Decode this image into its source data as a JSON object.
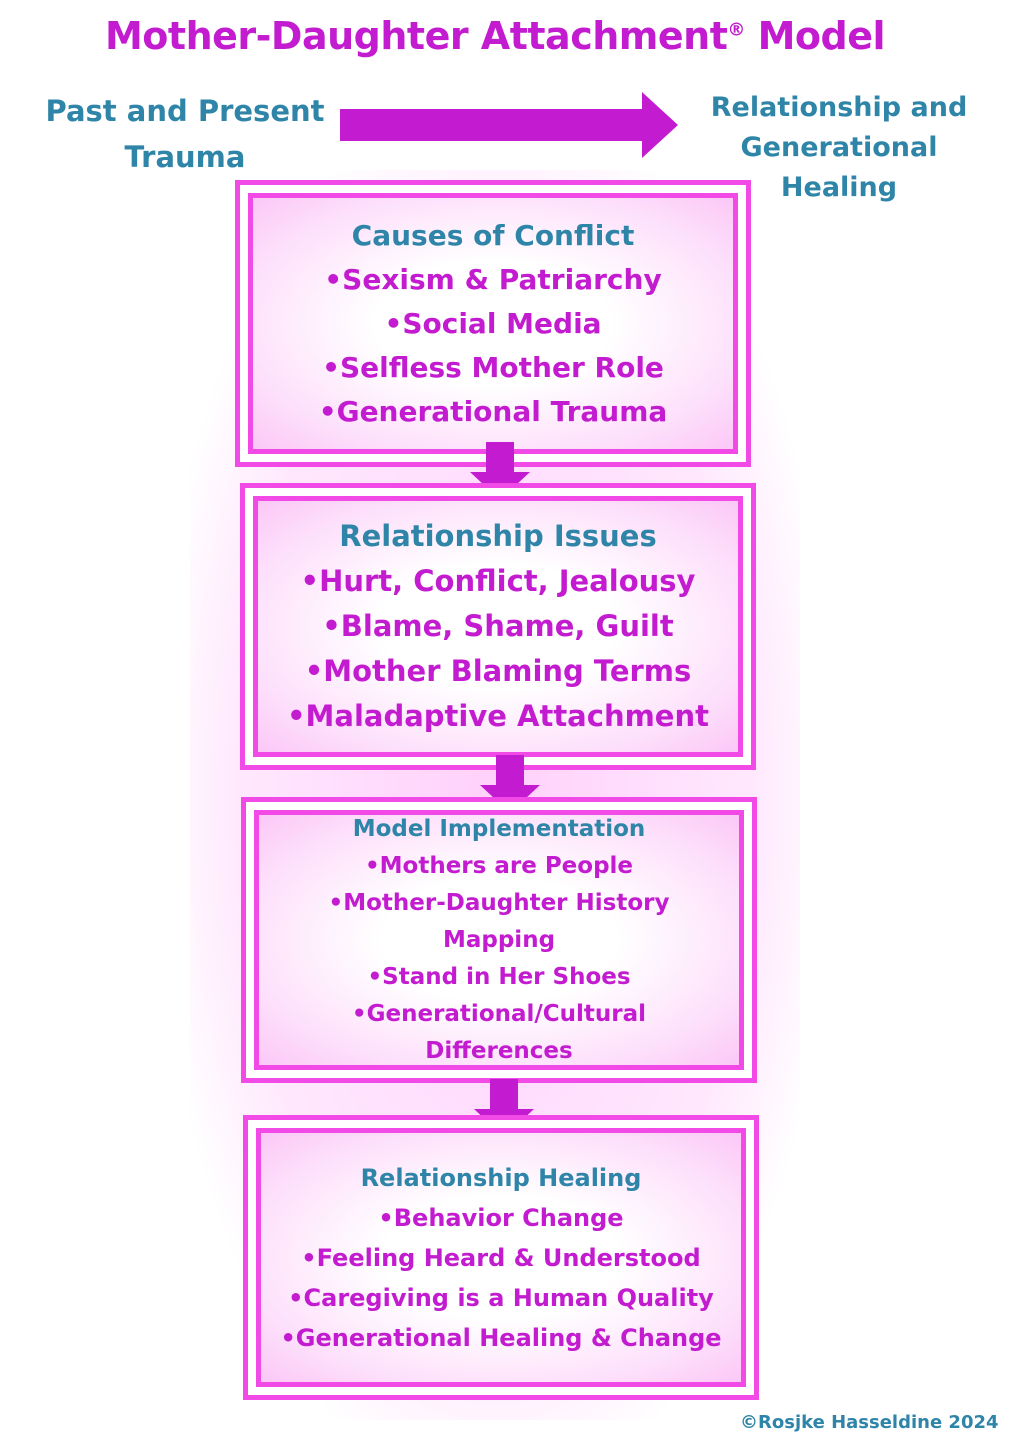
{
  "title": {
    "text": "Mother-Daughter Attachment",
    "reg_mark": "®",
    "suffix": "Model"
  },
  "flow": {
    "left_label": [
      "Past and Present",
      "Trauma"
    ],
    "right_label": [
      "Relationship and",
      "Generational Healing"
    ],
    "arrow_icon": "right-arrow-icon"
  },
  "boxes": [
    {
      "title": "Causes of Conflict",
      "items": [
        "•Sexism & Patriarchy",
        "•Social Media",
        "•Selfless Mother Role",
        "•Generational Trauma"
      ]
    },
    {
      "title": "Relationship Issues",
      "items": [
        "•Hurt, Conflict, Jealousy",
        "•Blame, Shame, Guilt",
        "•Mother Blaming Terms",
        "•Maladaptive Attachment"
      ]
    },
    {
      "title": "Model Implementation",
      "items": [
        "•Mothers are People",
        "•Mother-Daughter History",
        "Mapping",
        "•Stand in Her Shoes",
        "•Generational/Cultural",
        "Differences"
      ]
    },
    {
      "title": "Relationship Healing",
      "items": [
        "•Behavior Change",
        "•Feeling Heard & Understood",
        "•Caregiving is a Human Quality",
        "•Generational Healing & Change"
      ]
    }
  ],
  "colors": {
    "magenta": "#c31bcf",
    "pink_border": "#f24ae6",
    "teal": "#2e85a8"
  },
  "footer": "©Rosjke Hasseldine 2024"
}
